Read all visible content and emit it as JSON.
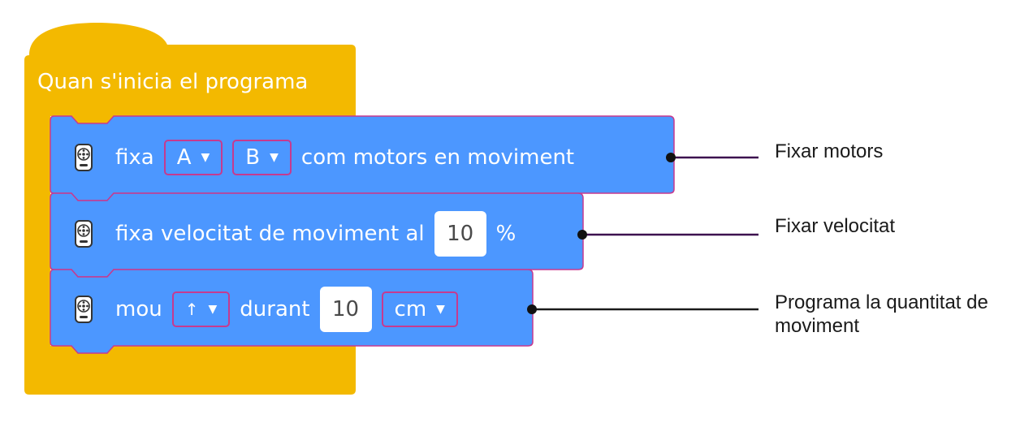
{
  "hat_block": {
    "label": "Quan s'inicia el programa",
    "color": "#f3b900"
  },
  "command_color": "#4c97ff",
  "blocks": [
    {
      "words": [
        "fixa",
        "com motors en moviment"
      ],
      "dropdowns": [
        {
          "value": "A",
          "caret": "▼"
        },
        {
          "value": "B",
          "caret": "▼"
        }
      ],
      "icon": "motor-icon"
    },
    {
      "words": [
        "fixa velocitat de moviment al",
        "%"
      ],
      "input": "10",
      "icon": "motor-icon"
    },
    {
      "words": [
        "mou",
        "durant"
      ],
      "dropdowns": [
        {
          "value": "↑",
          "caret": "▼"
        },
        {
          "value": "cm",
          "caret": "▼"
        }
      ],
      "input": "10",
      "icon": "motor-icon"
    }
  ],
  "annotations": [
    {
      "text": "Fixar motors",
      "line_color": "#3d114f"
    },
    {
      "text": "Fixar velocitat",
      "line_color": "#3d114f"
    },
    {
      "text": "Programa la quantitat de moviment",
      "line_color": "#1a1a1a"
    }
  ]
}
